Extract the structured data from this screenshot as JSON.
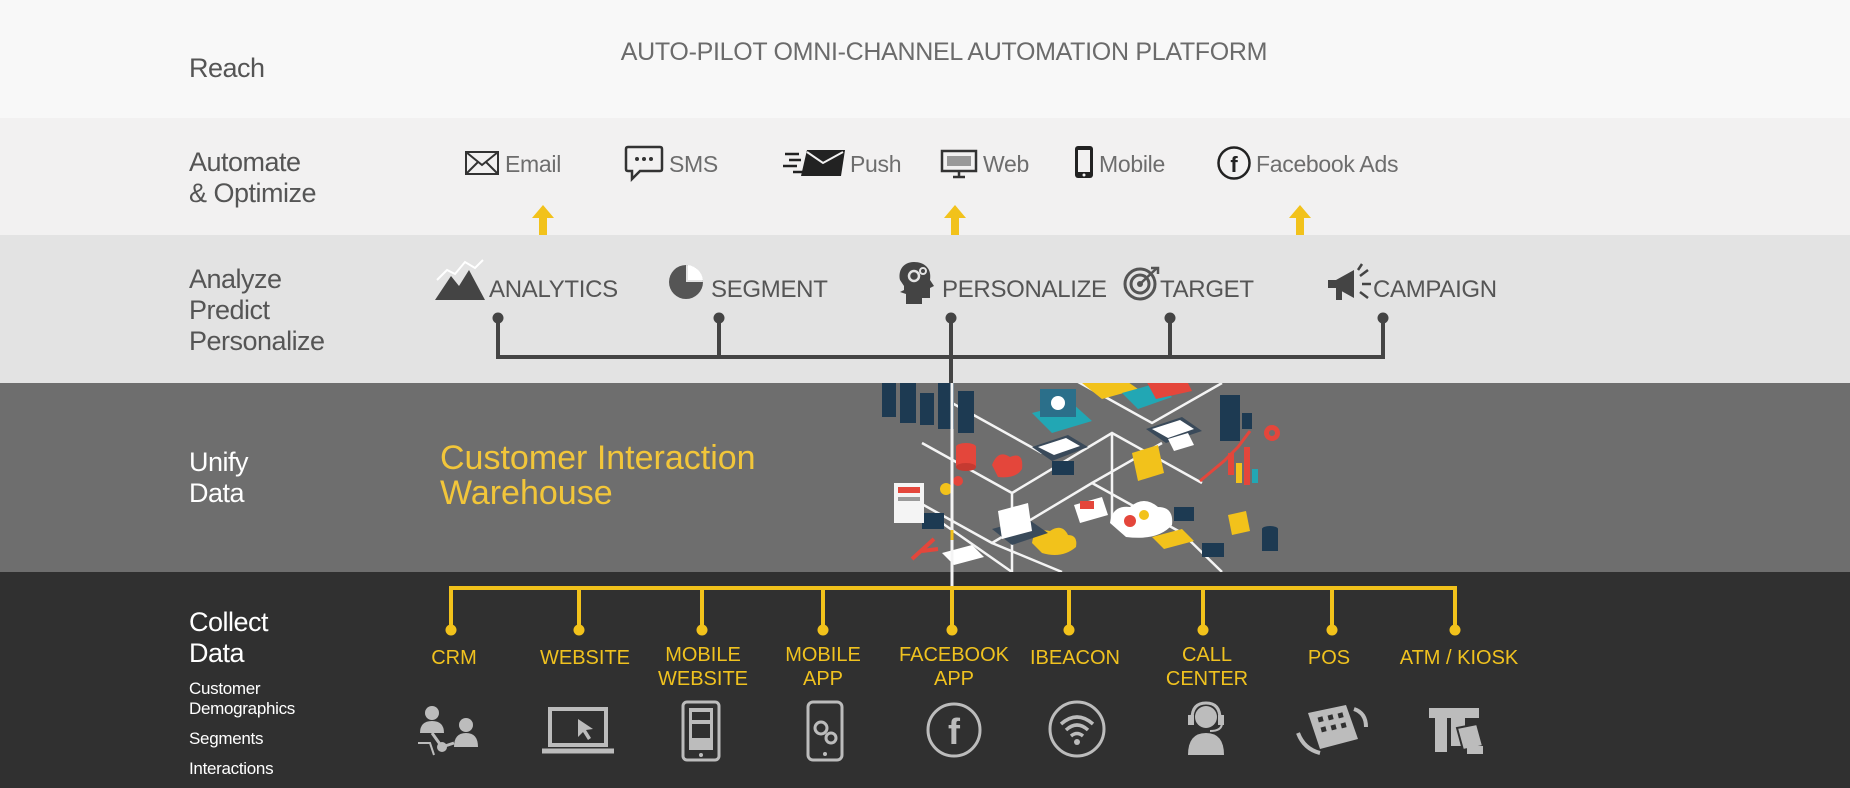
{
  "title": "AUTO-PILOT OMNI-CHANNEL AUTOMATION PLATFORM",
  "layers": {
    "reach": "Reach",
    "automate": "Automate\n& Optimize",
    "analyze": "Analyze\nPredict\nPersonalize",
    "unify": "Unify\nData",
    "collect": "Collect\nData"
  },
  "collect_items": [
    "Customer\nDemographics",
    "Segments",
    "Interactions"
  ],
  "channels": [
    {
      "label": "Email",
      "icon": "envelope-icon"
    },
    {
      "label": "SMS",
      "icon": "chat-bubble-icon"
    },
    {
      "label": "Push",
      "icon": "fast-mail-icon"
    },
    {
      "label": "Web",
      "icon": "monitor-icon"
    },
    {
      "label": "Mobile",
      "icon": "smartphone-icon"
    },
    {
      "label": "Facebook Ads",
      "icon": "facebook-circle-icon"
    }
  ],
  "analytics": [
    {
      "label": "ANALYTICS",
      "icon": "mountain-chart-icon"
    },
    {
      "label": "SEGMENT",
      "icon": "pie-chart-icon"
    },
    {
      "label": "PERSONALIZE",
      "icon": "head-gears-icon"
    },
    {
      "label": "TARGET",
      "icon": "target-icon"
    },
    {
      "label": "CAMPAIGN",
      "icon": "megaphone-icon"
    }
  ],
  "warehouse": "Customer Interaction\nWarehouse",
  "sources": [
    {
      "label": "CRM",
      "icon": "people-network-icon"
    },
    {
      "label": "WEBSITE",
      "icon": "laptop-cursor-icon"
    },
    {
      "label": "MOBILE\nWEBSITE",
      "icon": "tablet-icon"
    },
    {
      "label": "MOBILE\nAPP",
      "icon": "phone-gears-icon"
    },
    {
      "label": "FACEBOOK\nAPP",
      "icon": "facebook-circle-icon"
    },
    {
      "label": "IBEACON",
      "icon": "wifi-icon"
    },
    {
      "label": "CALL\nCENTER",
      "icon": "headset-agent-icon"
    },
    {
      "label": "POS",
      "icon": "pos-terminal-icon"
    },
    {
      "label": "ATM / KIOSK",
      "icon": "kiosk-icon"
    }
  ],
  "colors": {
    "accent": "#f2c21b",
    "connector": "#444444",
    "warehouse_text": "#f2c63a"
  }
}
